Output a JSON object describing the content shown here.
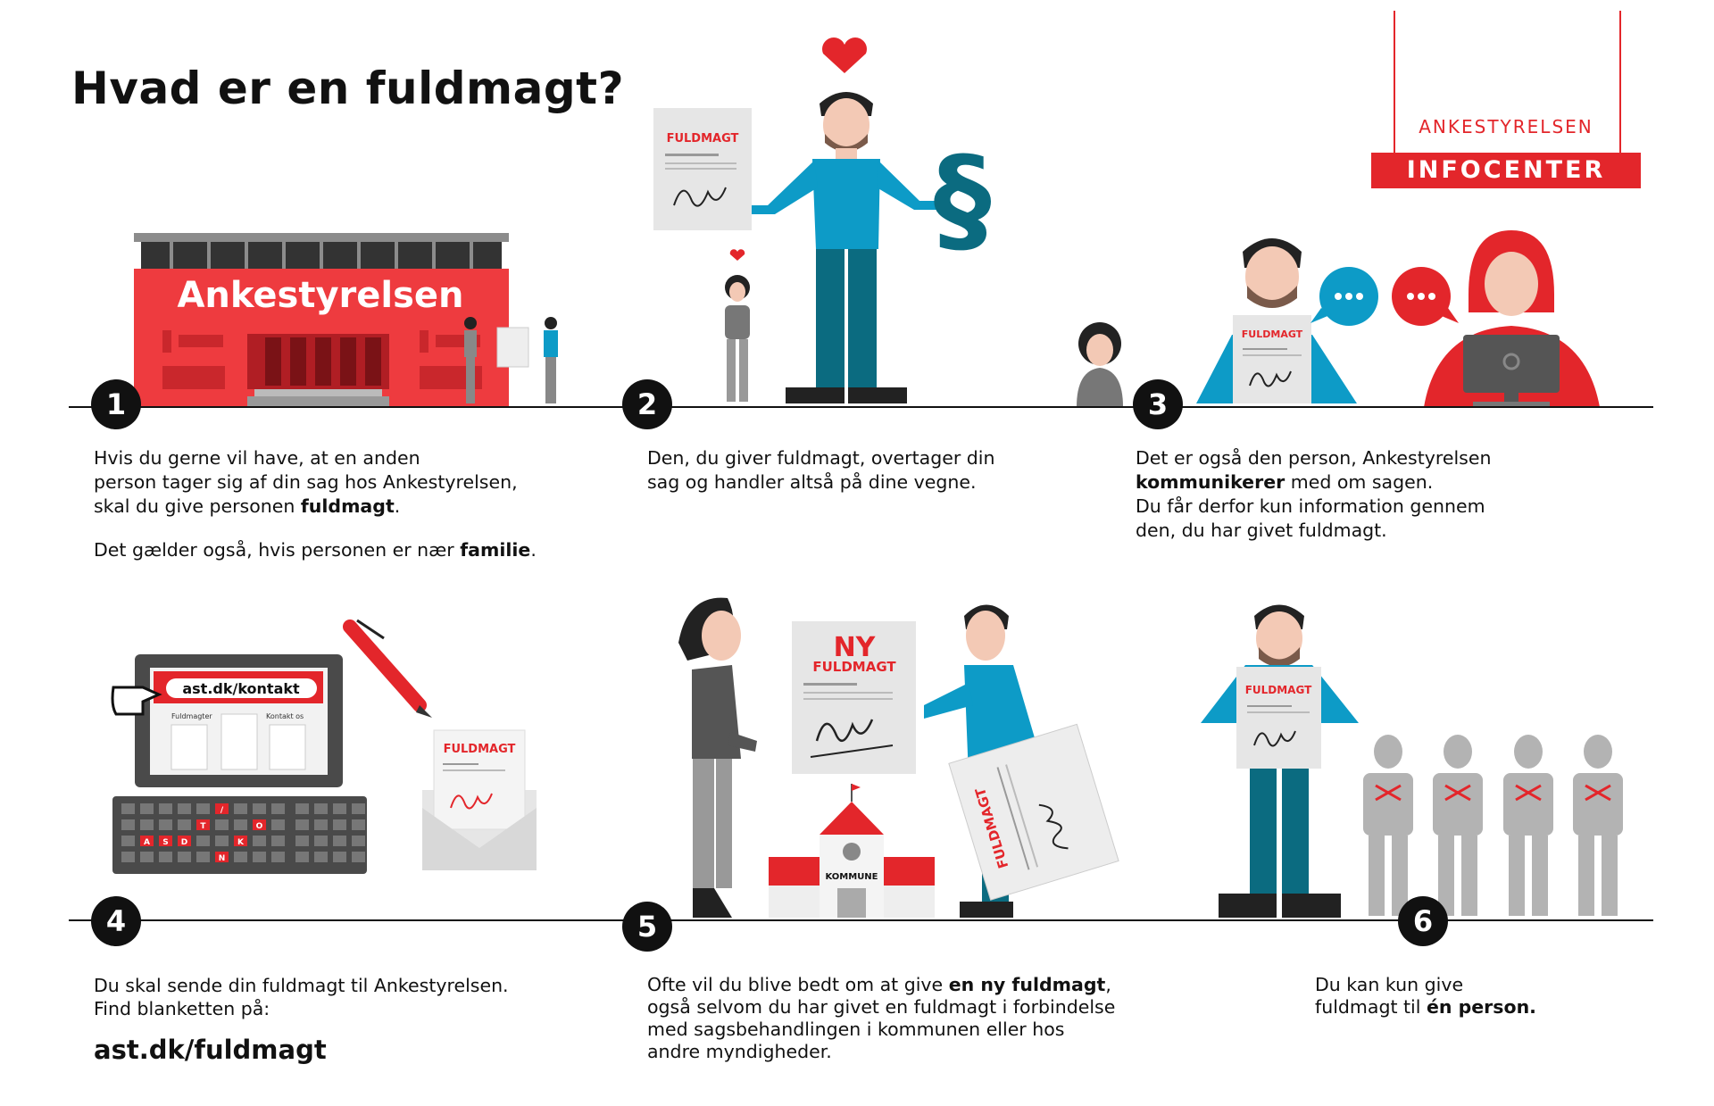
{
  "title": "Hvad er en fuldmagt?",
  "logo": {
    "top": "ANKESTYRELSEN",
    "box": "INFOCENTER",
    "color": "#e3262b"
  },
  "colors": {
    "accent_red": "#e3262b",
    "blue": "#0d9bc7",
    "teal": "#0b6b80",
    "gray": "#b3b3b3",
    "dark": "#111111"
  },
  "illustrations": {
    "building_label": "Ankestyrelsen",
    "doc_label": "FULDMAGT",
    "paragraph_symbol": "§",
    "ny": "NY",
    "kommune": "KOMMUNE",
    "website": "ast.dk/kontakt",
    "web_col1": "Fuldmagter",
    "web_col2": "Kontakt os",
    "keys": [
      "/",
      "T",
      "O",
      "A",
      "S",
      "D",
      "K",
      "N"
    ]
  },
  "steps": [
    {
      "number": "1",
      "lines": [
        {
          "pre": "Hvis du gerne vil have, at en anden"
        },
        {
          "pre": "person tager sig af din sag hos Ankestyrelsen,"
        },
        {
          "pre": "skal du give personen ",
          "bold": "fuldmagt",
          "post": "."
        },
        {
          "pre": " "
        },
        {
          "pre": "Det gælder også, hvis personen er nær ",
          "bold": "familie",
          "post": "."
        }
      ]
    },
    {
      "number": "2",
      "lines": [
        {
          "pre": "Den, du giver fuldmagt, overtager din"
        },
        {
          "pre": "sag og handler altså på dine vegne."
        }
      ]
    },
    {
      "number": "3",
      "lines": [
        {
          "pre": "Det er også den person, Ankestyrelsen"
        },
        {
          "pre": "",
          "bold": "kommunikerer",
          "post": " med om sagen."
        },
        {
          "pre": "Du får derfor kun information gennem"
        },
        {
          "pre": "den, du har givet fuldmagt."
        }
      ]
    },
    {
      "number": "4",
      "lines": [
        {
          "pre": "Du skal sende din fuldmagt til Ankestyrelsen."
        },
        {
          "pre": "Find blanketten på:"
        }
      ],
      "link": "ast.dk/fuldmagt"
    },
    {
      "number": "5",
      "lines": [
        {
          "pre": "Ofte vil du blive bedt om at give ",
          "bold": "en ny fuldmagt",
          "post": ","
        },
        {
          "pre": "også selvom du har givet en fuldmagt i forbindelse"
        },
        {
          "pre": "med sagsbehandlingen i kommunen eller hos"
        },
        {
          "pre": "andre myndigheder."
        }
      ]
    },
    {
      "number": "6",
      "lines": [
        {
          "pre": "Du kan kun give"
        },
        {
          "pre": "fuldmagt til ",
          "bold": "én person."
        }
      ]
    }
  ]
}
